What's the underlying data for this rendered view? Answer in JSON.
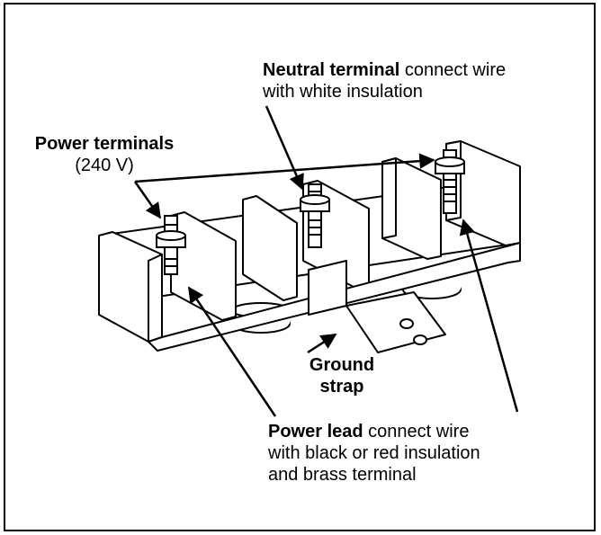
{
  "neutral_terminal": {
    "title": "Neutral terminal",
    "line1": "connect wire",
    "line2": "with white insulation"
  },
  "power_terminals": {
    "title": "Power terminals",
    "voltage": "(240 V)"
  },
  "ground_strap": {
    "line1": "Ground",
    "line2": "strap"
  },
  "power_lead": {
    "title": "Power lead",
    "line1": "connect wire",
    "line2": "with black or red insulation",
    "line3": "and brass terminal"
  },
  "colors": {
    "stroke": "#000000",
    "background": "#ffffff"
  }
}
